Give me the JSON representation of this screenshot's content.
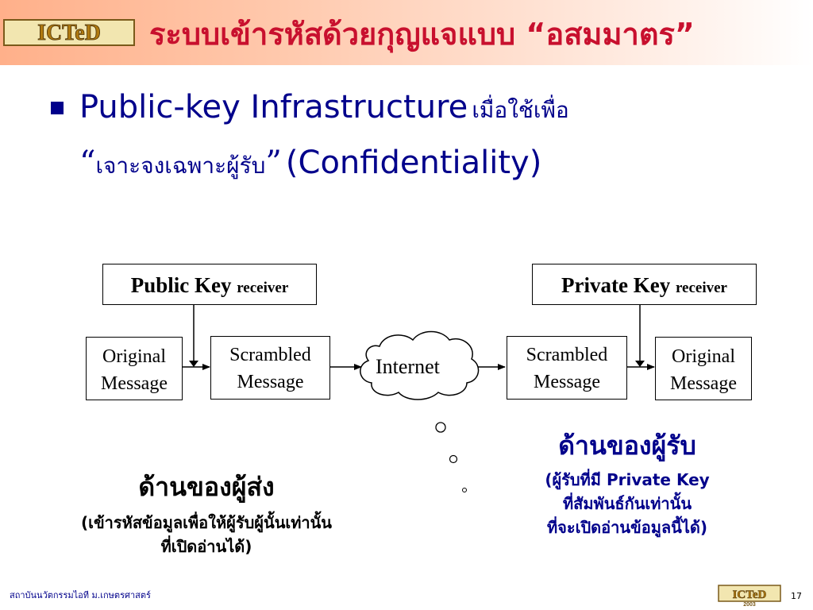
{
  "header": {
    "logo_text": "ICTeD",
    "title": "ระบบเข้ารหัสด้วยกุญแจแบบ “อสมมาตร”"
  },
  "bullet": {
    "line1_en": "Public-key Infrastructure",
    "line1_th": "เมื่อใช้เพื่อ",
    "open_quote": "“",
    "line2_th": "เจาะจงเฉพาะผู้รับ",
    "close_quote": "”",
    "line2_en": "(Confidentiality)"
  },
  "diagram": {
    "public_key_label": "Public Key",
    "public_key_sub": "receiver",
    "private_key_label": "Private Key",
    "private_key_sub": "receiver",
    "original_message_left": [
      "Original",
      "Message"
    ],
    "scrambled_message_left": [
      "Scrambled",
      "Message"
    ],
    "internet_label": "Internet",
    "scrambled_message_right": [
      "Scrambled",
      "Message"
    ],
    "original_message_right": [
      "Original",
      "Message"
    ]
  },
  "sender_side": {
    "title": "ด้านของผู้ส่ง",
    "note_line1": "(เข้ารหัสข้อมูลเพื่อให้ผู้รับผู้นั้นเท่านั้น",
    "note_line2": "ที่เปิดอ่านได้)"
  },
  "receiver_side": {
    "title": "ด้านของผู้รับ",
    "note_line1": "(ผู้รับที่มี Private Key",
    "note_line2": "ที่สัมพันธ์กันเท่านั้น",
    "note_line3": "ที่จะเปิดอ่านข้อมูลนี้ได้)"
  },
  "footer": {
    "institute": "สถาบันนวัตกรรมไอที ม.เกษตรศาสตร์",
    "logo_text": "ICTeD",
    "logo_year": "2003",
    "page_number": "17"
  },
  "colors": {
    "title_red": "#c8102e",
    "body_navy": "#00008b",
    "header_gradient_start": "#ffb08a"
  }
}
